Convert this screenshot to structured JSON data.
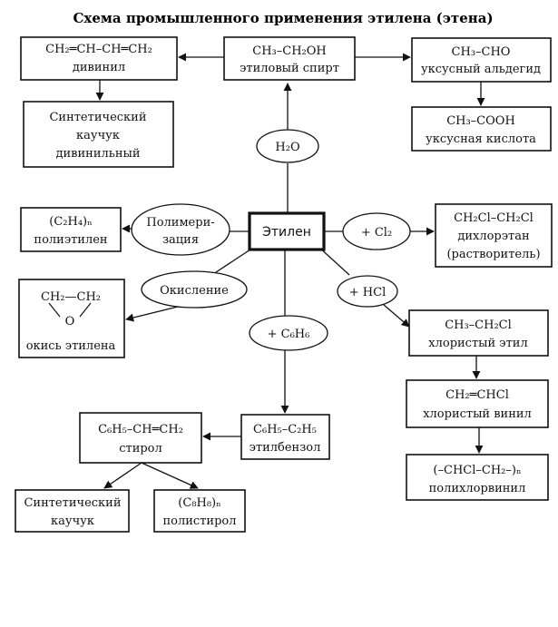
{
  "title": "Схема промышленного применения этилена (этена)",
  "center": {
    "label": "Этилен"
  },
  "reactions": {
    "water": "H₂O",
    "polymerization": [
      "Полимери-",
      "зация"
    ],
    "chlorine": "+ Cl₂",
    "oxidation": "Окисление",
    "hcl": "+ HCl",
    "benzene": "+ C₆H₆"
  },
  "nodes": {
    "ethanol": [
      "CH₃–CH₂OH",
      "этиловый спирт"
    ],
    "divinyl": [
      "CH₂═CH–CH═CH₂",
      "дивинил"
    ],
    "divinyl_rubber": [
      "Синтетический",
      "каучук",
      "дивинильный"
    ],
    "acetaldehyde": [
      "CH₃–CHO",
      "уксусный альдегид"
    ],
    "acetic_acid": [
      "CH₃–COOH",
      "уксусная кислота"
    ],
    "polyethylene": [
      "(C₂H₄)ₙ",
      "полиэтилен"
    ],
    "dichloroethane": [
      "CH₂Cl–CH₂Cl",
      "дихлорэтан",
      "(растворитель)"
    ],
    "ethylene_oxide": {
      "top": "CH₂—CH₂",
      "oxygen": "O",
      "label": "окись этилена"
    },
    "chloroethane": [
      "CH₃–CH₂Cl",
      "хлористый этил"
    ],
    "vinyl_chloride": [
      "CH₂═CHCl",
      "хлористый винил"
    ],
    "pvc": [
      "(–CHCl–CH₂–)ₙ",
      "полихлорвинил"
    ],
    "ethylbenzene": [
      "C₆H₅–C₂H₅",
      "этилбензол"
    ],
    "styrene": [
      "C₆H₅–CH═CH₂",
      "стирол"
    ],
    "styrene_rubber": [
      "Синтетический",
      "каучук"
    ],
    "polystyrene": [
      "(C₈H₈)ₙ",
      "полистирол"
    ]
  }
}
